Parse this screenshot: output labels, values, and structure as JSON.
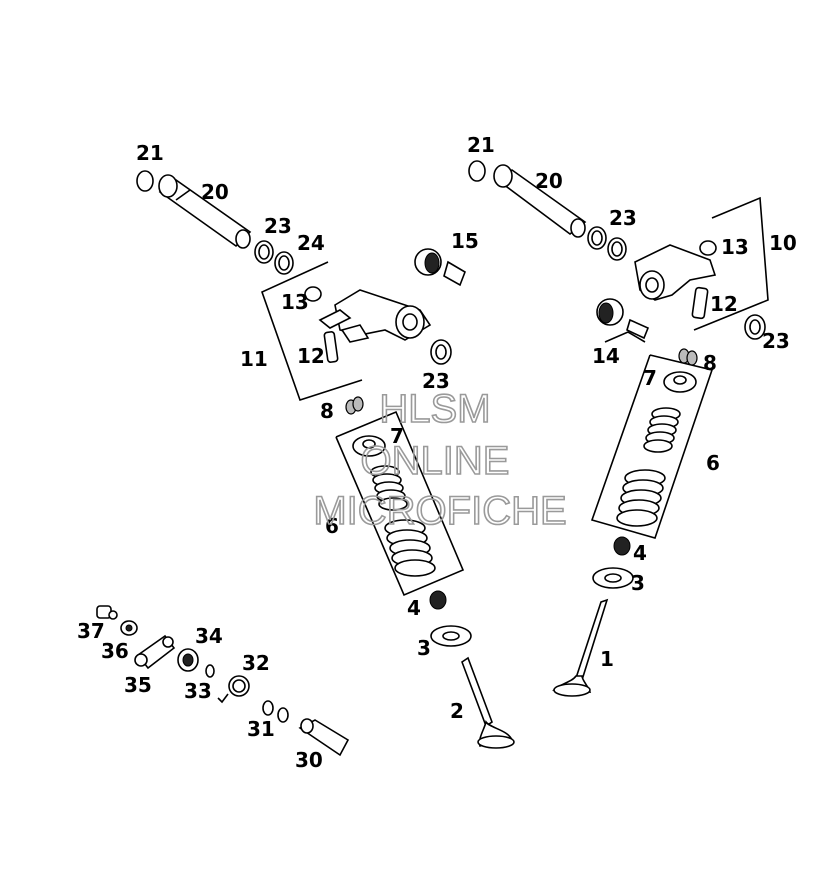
{
  "watermark": {
    "line1": "HLSM",
    "line2": "ONLINE",
    "line3": "MICROFICHE"
  },
  "callouts": [
    {
      "id": "1",
      "text": "1"
    },
    {
      "id": "2",
      "text": "2"
    },
    {
      "id": "3a",
      "text": "3"
    },
    {
      "id": "3b",
      "text": "3"
    },
    {
      "id": "4a",
      "text": "4"
    },
    {
      "id": "4b",
      "text": "4"
    },
    {
      "id": "6a",
      "text": "6"
    },
    {
      "id": "6b",
      "text": "6"
    },
    {
      "id": "7a",
      "text": "7"
    },
    {
      "id": "7b",
      "text": "7"
    },
    {
      "id": "8a",
      "text": "8"
    },
    {
      "id": "8b",
      "text": "8"
    },
    {
      "id": "10",
      "text": "10"
    },
    {
      "id": "11",
      "text": "11"
    },
    {
      "id": "12a",
      "text": "12"
    },
    {
      "id": "12b",
      "text": "12"
    },
    {
      "id": "13a",
      "text": "13"
    },
    {
      "id": "13b",
      "text": "13"
    },
    {
      "id": "14",
      "text": "14"
    },
    {
      "id": "15",
      "text": "15"
    },
    {
      "id": "20a",
      "text": "20"
    },
    {
      "id": "20b",
      "text": "20"
    },
    {
      "id": "21a",
      "text": "21"
    },
    {
      "id": "21b",
      "text": "21"
    },
    {
      "id": "23a",
      "text": "23"
    },
    {
      "id": "23b",
      "text": "23"
    },
    {
      "id": "23c",
      "text": "23"
    },
    {
      "id": "23d",
      "text": "23"
    },
    {
      "id": "24",
      "text": "24"
    },
    {
      "id": "30",
      "text": "30"
    },
    {
      "id": "31",
      "text": "31"
    },
    {
      "id": "32",
      "text": "32"
    },
    {
      "id": "33",
      "text": "33"
    },
    {
      "id": "34",
      "text": "34"
    },
    {
      "id": "35",
      "text": "35"
    },
    {
      "id": "36",
      "text": "36"
    },
    {
      "id": "37",
      "text": "37"
    }
  ]
}
